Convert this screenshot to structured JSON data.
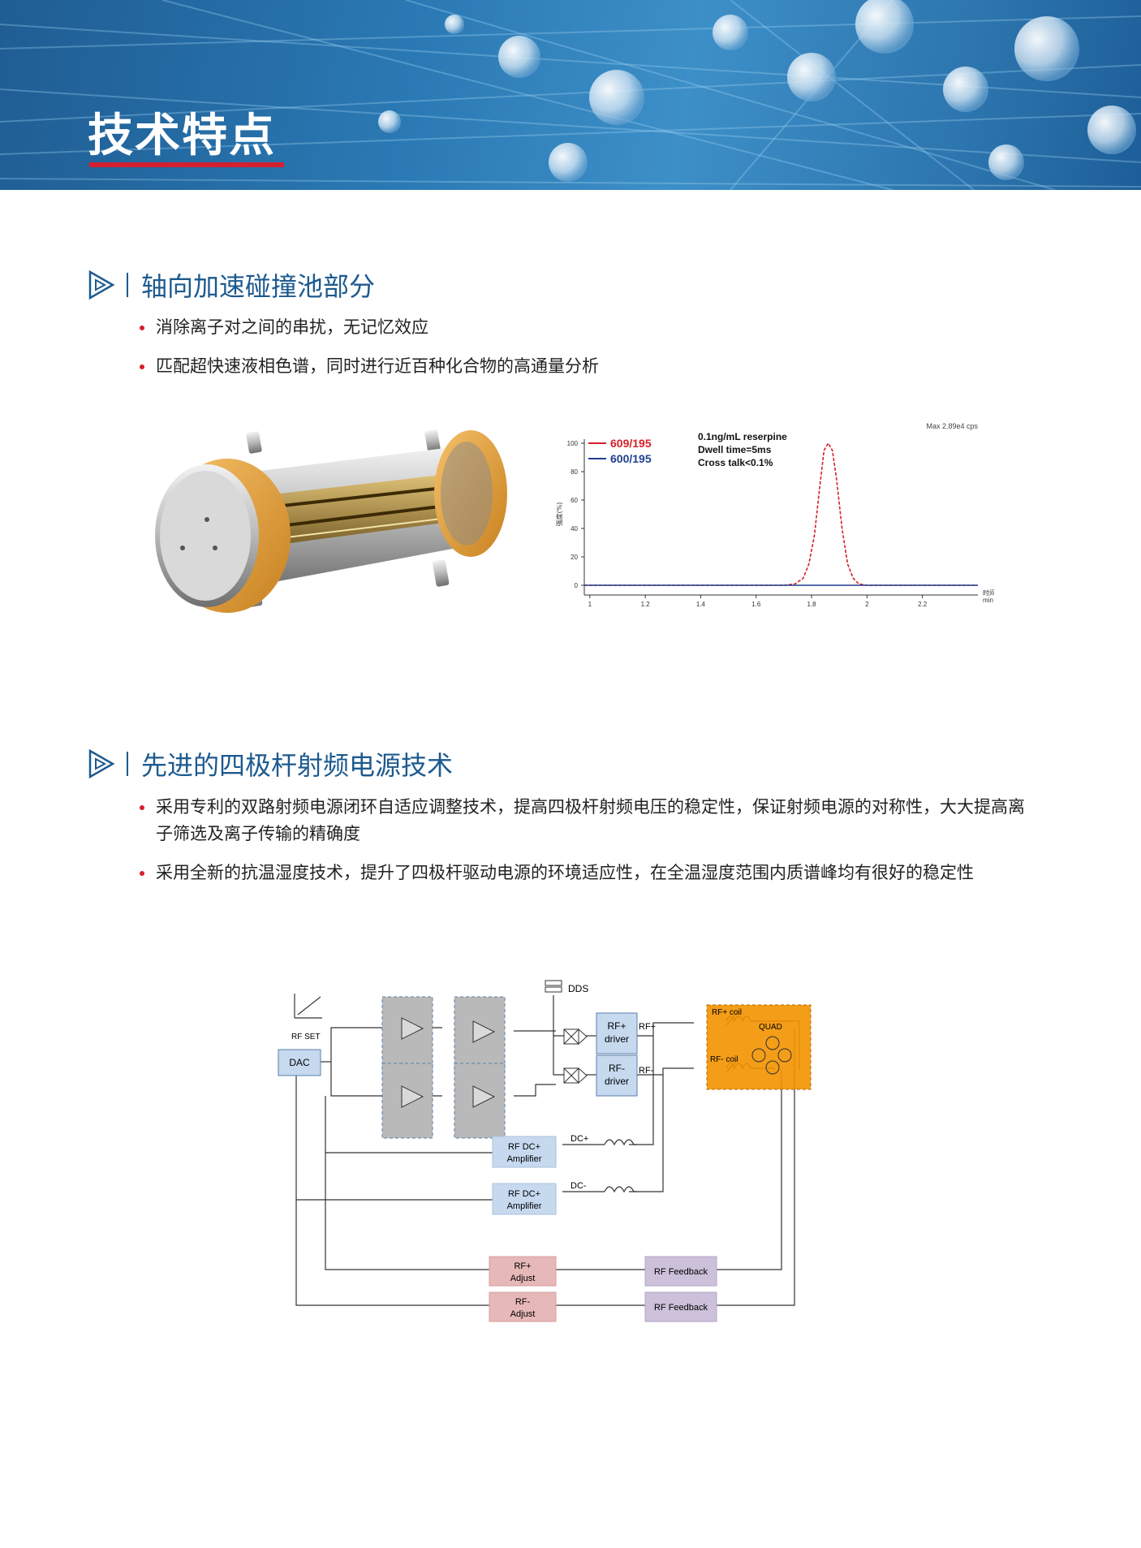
{
  "banner": {
    "title": "技术特点"
  },
  "sections": [
    {
      "title": "轴向加速碰撞池部分",
      "bullets": [
        "消除离子对之间的串扰，无记忆效应",
        "匹配超快速液相色谱，同时进行近百种化合物的高通量分析"
      ]
    },
    {
      "title": "先进的四极杆射频电源技术",
      "bullets": [
        "采用专利的双路射频电源闭环自适应调整技术，提高四极杆射频电压的稳定性，保证射频电源的对称性，大大提高离子筛选及离子传输的精确度",
        "采用全新的抗温湿度技术，提升了四极杆驱动电源的环境适应性，在全温湿度范围内质谱峰均有很好的稳定性"
      ]
    }
  ],
  "chart_data": {
    "type": "line",
    "title": "",
    "max_label": "Max 2.89e4 cps",
    "ylabel": "强度(%)",
    "xlabel_line1": "时间",
    "xlabel_line2": "min",
    "xlim": [
      0.98,
      2.4
    ],
    "ylim": [
      0,
      100
    ],
    "x_ticks": [
      "1",
      "1.2",
      "1.4",
      "1.6",
      "1.8",
      "2",
      "2.2"
    ],
    "y_ticks": [
      "0",
      "20",
      "40",
      "60",
      "80",
      "100"
    ],
    "annotations": [
      "0.1ng/mL reserpine",
      "Dwell time=5ms",
      "Cross talk<0.1%"
    ],
    "series": [
      {
        "name": "609/195",
        "color": "#d62027",
        "style": "dashed",
        "x": [
          0.98,
          1.7,
          1.74,
          1.77,
          1.79,
          1.81,
          1.83,
          1.845,
          1.86,
          1.875,
          1.89,
          1.91,
          1.93,
          1.95,
          1.97,
          2.0,
          2.4
        ],
        "y": [
          0,
          0,
          1,
          5,
          15,
          35,
          70,
          95,
          100,
          95,
          75,
          40,
          15,
          5,
          1,
          0,
          0
        ]
      },
      {
        "name": "600/195",
        "color": "#1f3f8f",
        "style": "solid",
        "x": [
          0.98,
          2.4
        ],
        "y": [
          0,
          0
        ]
      }
    ]
  },
  "diagram": {
    "labels": {
      "dds": "DDS",
      "rf_set": "RF SET",
      "dac": "DAC",
      "rfp_driver_1": "RF+",
      "rfp_driver_2": "driver",
      "rfm_driver_1": "RF-",
      "rfm_driver_2": "driver",
      "rfp_out": "RF+",
      "rfm_out": "RF-",
      "rfp_coil": "RF+ coil",
      "rfm_coil": "RF-  coil",
      "quad": "QUAD",
      "dc_amp1_1": "RF DC+",
      "dc_amp1_2": "Amplifier",
      "dc_amp2_1": "RF DC+",
      "dc_amp2_2": "Amplifier",
      "dcp": "DC+",
      "dcm": "DC-",
      "adj1_1": "RF+",
      "adj1_2": "Adjust",
      "adj2_1": "RF-",
      "adj2_2": "Adjust",
      "fb1": "RF Feedback",
      "fb2": "RF Feedback"
    }
  },
  "colors": {
    "accent_red": "#d4202e",
    "heading_blue": "#1d5a8f",
    "orange": "#f39200"
  }
}
